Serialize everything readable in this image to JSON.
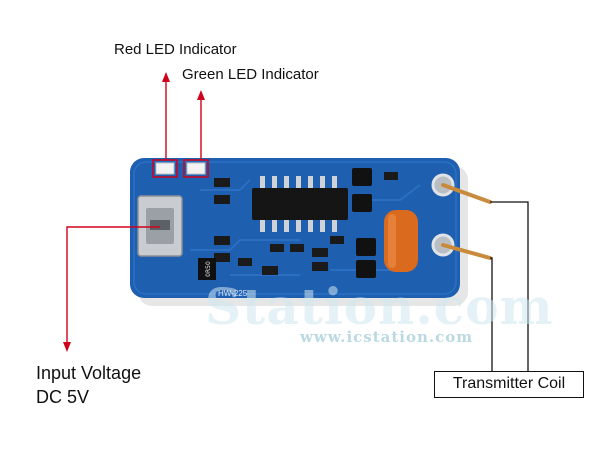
{
  "labels": {
    "red_led": "Red LED Indicator",
    "green_led": "Green LED Indicator",
    "input_line1": "Input Voltage",
    "input_line2": "DC 5V",
    "coil": "Transmitter Coil"
  },
  "board": {
    "silkscreen_model": "HW-225",
    "resistor_mark": "0R50"
  },
  "watermark": {
    "logo": "Station.com",
    "url": "www.icstation.com"
  },
  "colors": {
    "pcb": "#1f5fb0",
    "pcb_dark": "#164a8c",
    "arrow": "#d0021b",
    "capacitor": "#d96a1e",
    "chip": "#151515",
    "copper": "#c98a3c"
  }
}
